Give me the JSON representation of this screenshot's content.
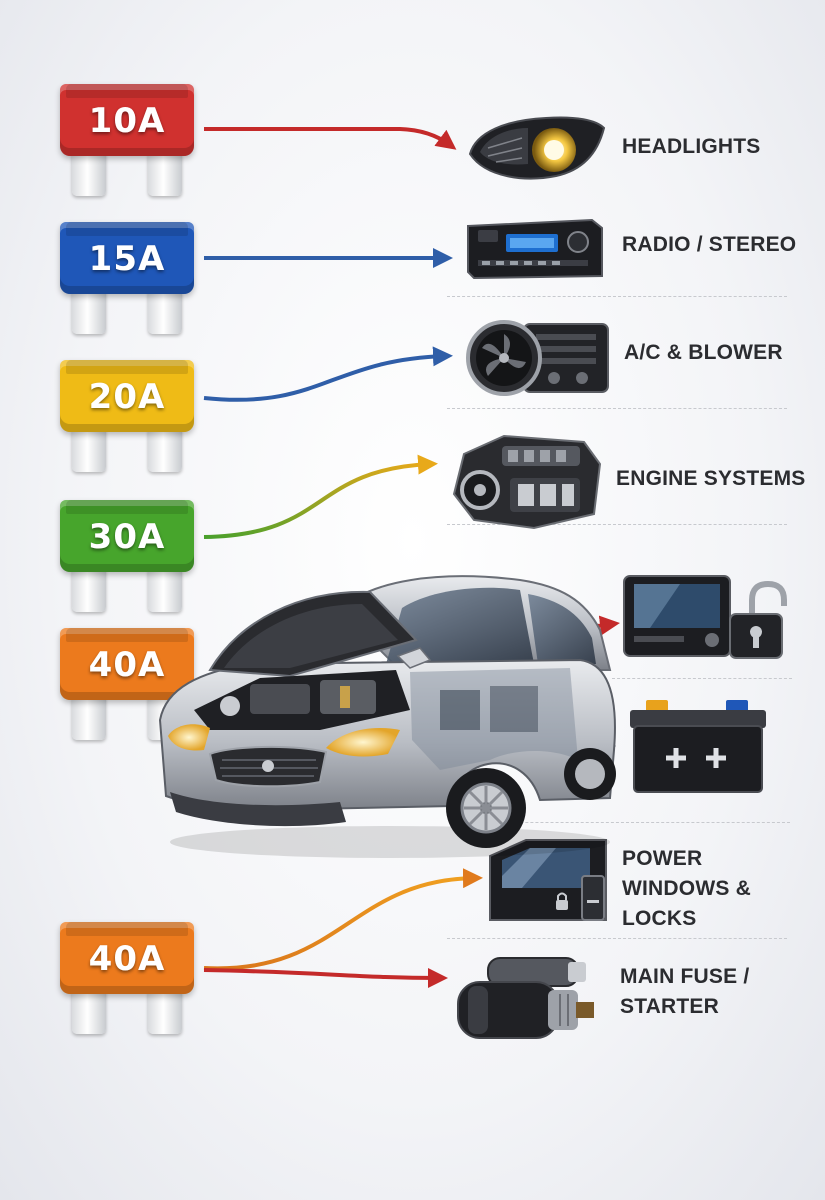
{
  "fuses": [
    {
      "rating": "10A",
      "color": "#d0312f"
    },
    {
      "rating": "15A",
      "color": "#1f57b8"
    },
    {
      "rating": "20A",
      "color": "#efbb16"
    },
    {
      "rating": "30A",
      "color": "#47a52c"
    },
    {
      "rating": "40A",
      "color": "#ec7a1d"
    },
    {
      "rating": "40A",
      "color": "#ec7a1d"
    }
  ],
  "components": [
    {
      "label": "HEADLIGHTS",
      "icon": "headlight-icon"
    },
    {
      "label": "RADIO / STEREO",
      "icon": "radio-icon"
    },
    {
      "label": "A/C & BLOWER",
      "icon": "ac-blower-icon"
    },
    {
      "label": "ENGINE SYSTEMS",
      "icon": "engine-icon"
    },
    {
      "label": "",
      "icon": "infotainment-lock-icon"
    },
    {
      "label": "",
      "icon": "battery-icon"
    },
    {
      "label_line1": "POWER",
      "label_line2": "WINDOWS & LOCKS",
      "icon": "power-window-icon"
    },
    {
      "label_line1": "MAIN FUSE /",
      "label_line2": "STARTER",
      "icon": "starter-motor-icon"
    }
  ],
  "colors": {
    "arrow_red": "#c42a2a",
    "arrow_blue": "#2f5ea8",
    "arrow_orange": "#e07a1c",
    "arrow_yellow_green": "#c9a51a"
  },
  "image": {
    "subject": "car-icon"
  }
}
